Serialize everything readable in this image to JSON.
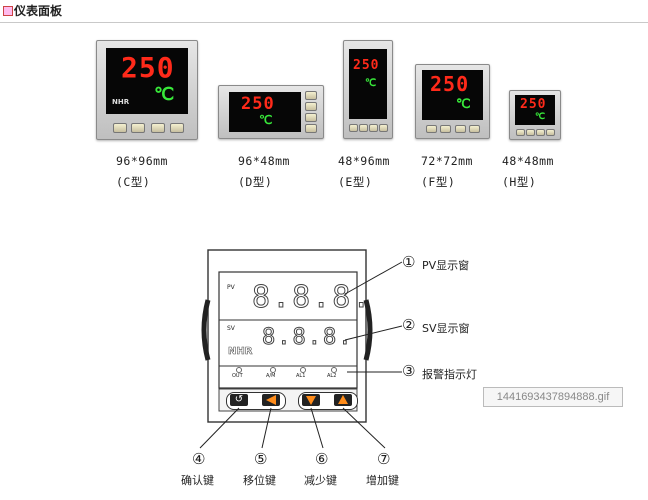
{
  "header": {
    "title": "仪表面板"
  },
  "meters": [
    {
      "size": "96*96mm",
      "type": "(C型)",
      "pv": "250",
      "sv": "℃"
    },
    {
      "size": "96*48mm",
      "type": "(D型)",
      "pv": "250",
      "sv": "℃"
    },
    {
      "size": "48*96mm",
      "type": "(E型)",
      "pv": "250",
      "sv": "℃"
    },
    {
      "size": "72*72mm",
      "type": "(F型)",
      "pv": "250",
      "sv": "℃"
    },
    {
      "size": "48*48mm",
      "type": "(H型)",
      "pv": "250",
      "sv": "℃"
    }
  ],
  "panel": {
    "pv_tag": "PV",
    "sv_tag": "SV",
    "digits": "8.8.8.",
    "logo": "NHR",
    "indicators": [
      "OUT",
      "A/M",
      "AL1",
      "AL2"
    ]
  },
  "callouts": {
    "pv_window": "PV显示窗",
    "sv_window": "SV显示窗",
    "alarm_lights": "报警指示灯",
    "confirm_key": "确认键",
    "shift_key": "移位键",
    "decrease_key": "减少键",
    "increase_key": "增加键"
  },
  "markers": [
    "①",
    "②",
    "③",
    "④",
    "⑤",
    "⑥",
    "⑦"
  ],
  "filename": "1441693437894888.gif"
}
